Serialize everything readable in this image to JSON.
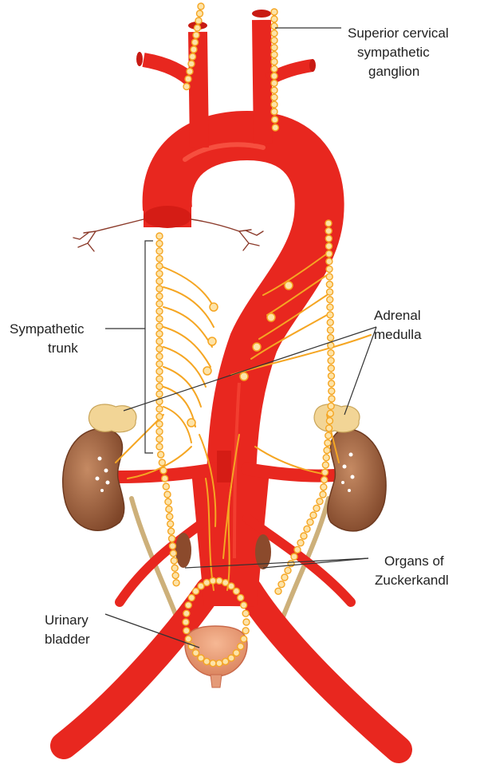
{
  "labels": {
    "superior_cervical_line1": "Superior cervical",
    "superior_cervical_line2": "sympathetic",
    "superior_cervical_line3": "ganglion",
    "sympathetic_trunk_line1": "Sympathetic",
    "sympathetic_trunk_line2": "trunk",
    "adrenal_medulla_line1": "Adrenal",
    "adrenal_medulla_line2": "medulla",
    "organs_zuckerkandl_line1": "Organs of",
    "organs_zuckerkandl_line2": "Zuckerkandl",
    "urinary_bladder_line1": "Urinary",
    "urinary_bladder_line2": "bladder"
  },
  "colors": {
    "artery": "#e8271f",
    "artery_dark": "#b8160f",
    "nerve": "#f5a623",
    "ganglion": "#fde3a7",
    "kidney": "#9a5a3a",
    "kidney_light": "#c0805a",
    "adrenal": "#f3d9a0",
    "ureter": "#d8c08a",
    "bladder": "#f0a07a",
    "leader_line": "#333333"
  }
}
